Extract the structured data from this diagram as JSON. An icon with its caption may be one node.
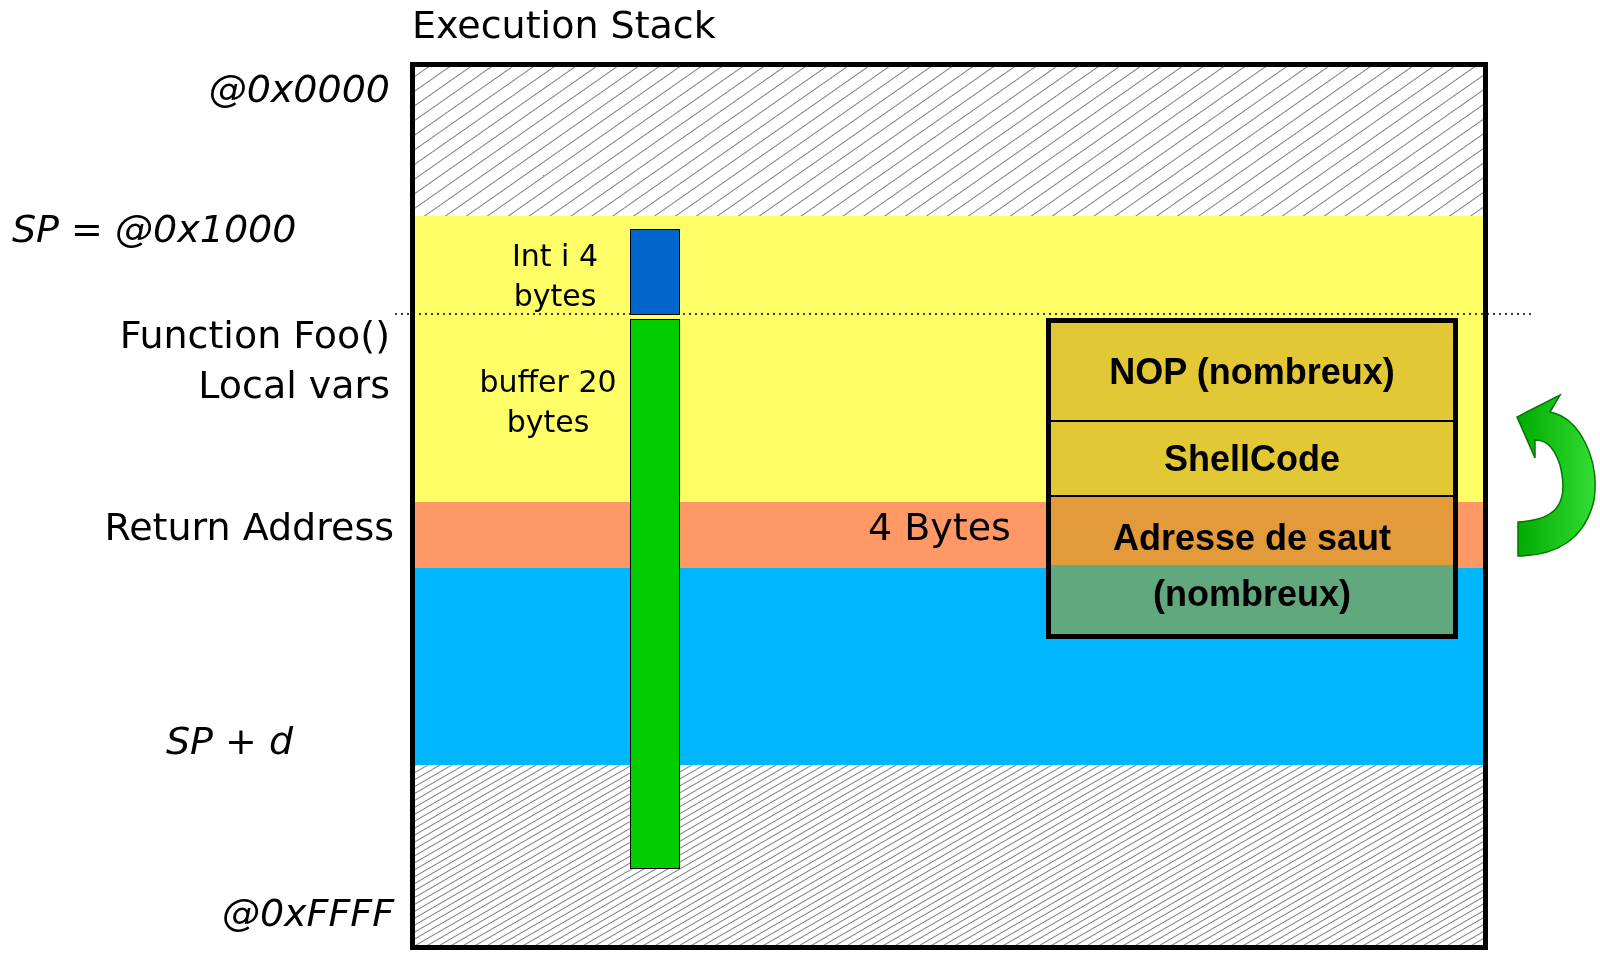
{
  "diagram": {
    "nodes": [
      {
        "text": [
          "Execution Stack"
        ]
      },
      {
        "text": [],
        "shape": "bar",
        "in": 0,
        "beside": [
          "Int i 4 bytes"
        ]
      },
      {
        "text": [],
        "shape": "bar",
        "in": 0,
        "beside": [
          "buffer 20 bytes"
        ]
      },
      {
        "text": [],
        "shape": "box",
        "in": 0
      },
      {
        "text": [
          "NOP (nombreux)"
        ],
        "in": 3
      },
      {
        "text": [
          "ShellCode"
        ],
        "in": 3
      },
      {
        "text": [
          "Adresse de saut (nombreux)"
        ],
        "in": 3
      }
    ],
    "labels": [
      "@0x0000",
      "SP = @0x1000",
      "Function Foo() Local vars",
      "Return Address",
      "4 Bytes",
      "SP + d",
      "@0xFFFF"
    ]
  }
}
